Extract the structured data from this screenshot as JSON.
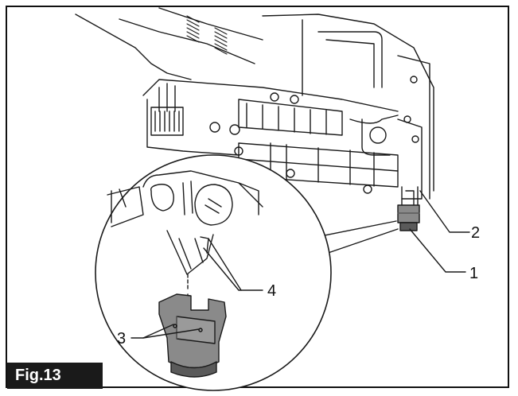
{
  "figure_label": "Fig.13",
  "callouts": {
    "c1": "1",
    "c2": "2",
    "c3": "3",
    "c4": "4"
  },
  "colors": {
    "line": "#1a1a1a",
    "part_fill": "#8a8a8a",
    "part_dark": "#5a5a5a",
    "label_bg": "#1a1a1a"
  }
}
